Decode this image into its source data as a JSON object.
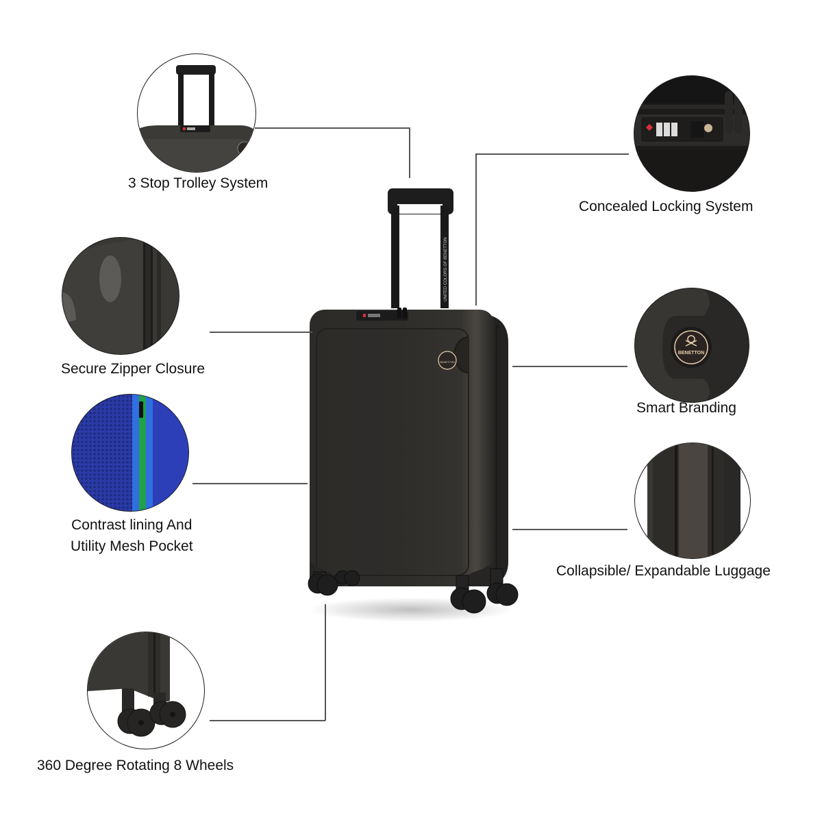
{
  "product": {
    "brand_badge_text": "BENETTON",
    "handle_print": "UNITED COLORS OF BENETTON",
    "body_color": "#2b2a28",
    "handle_color": "#1c1c1c"
  },
  "features": [
    {
      "id": "trolley",
      "label": "3 Stop Trolley System",
      "side": "left"
    },
    {
      "id": "zipper",
      "label": "Secure Zipper Closure",
      "side": "left"
    },
    {
      "id": "lining",
      "label_line1": "Contrast lining And",
      "label_line2": "Utility Mesh Pocket",
      "side": "left"
    },
    {
      "id": "wheels",
      "label": "360 Degree Rotating 8 Wheels",
      "side": "left"
    },
    {
      "id": "lock",
      "label": "Concealed Locking System",
      "side": "right"
    },
    {
      "id": "branding",
      "label": "Smart Branding",
      "side": "right",
      "badge_text": "BENETTON"
    },
    {
      "id": "expandable",
      "label": "Collapsible/ Expandable Luggage",
      "side": "right"
    }
  ],
  "colors": {
    "line": "#555555",
    "circle_border": "#1a1a1a",
    "lining_blue": "#2b3fb0",
    "zip_green": "#1fa04a",
    "zip_tape_blue": "#2f6fe0",
    "tsa_red": "#d9303a",
    "badge_gold": "#e8cfae"
  }
}
